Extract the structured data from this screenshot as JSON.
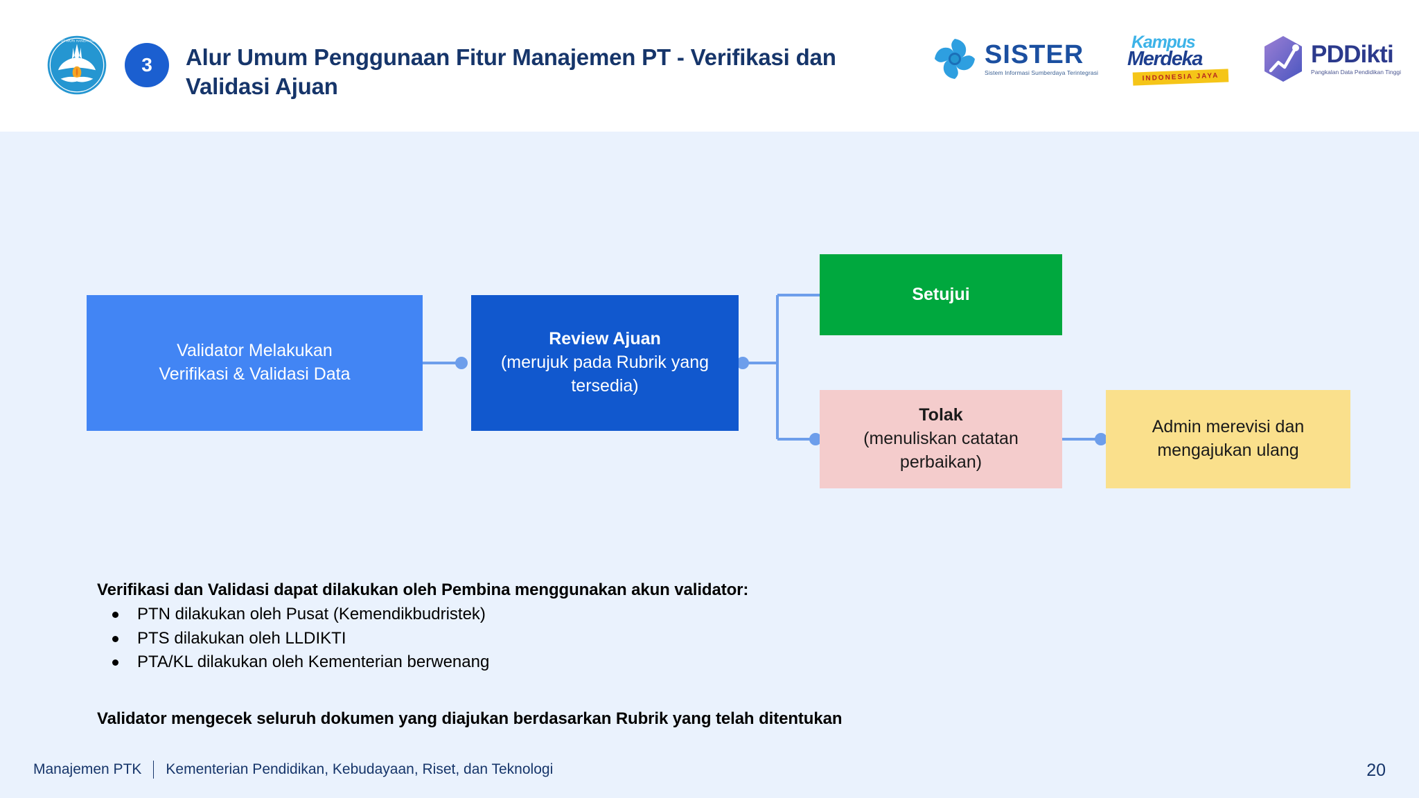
{
  "header": {
    "step_number": "3",
    "title": "Alur Umum Penggunaan Fitur Manajemen PT - Verifikasi dan Validasi Ajuan",
    "logos": {
      "kemdikbud_alt": "Tut Wuri Handayani",
      "sister": {
        "word": "SISTER",
        "tagline": "Sistem Informasi Sumberdaya Terintegrasi"
      },
      "kampus_merdeka": {
        "line1": "Kampus",
        "line2": "Merdeka",
        "ribbon": "INDONESIA JAYA"
      },
      "pddikti": {
        "word": "PDDikti",
        "tagline": "Pangkalan Data Pendidikan Tinggi"
      }
    }
  },
  "flow": {
    "validator": {
      "text": "Validator Melakukan\nVerifikasi & Validasi Data"
    },
    "review": {
      "title": "Review Ajuan",
      "subtitle": "(merujuk pada Rubrik yang tersedia)"
    },
    "setujui": {
      "text": "Setujui"
    },
    "tolak": {
      "title": "Tolak",
      "subtitle": "(menuliskan catatan perbaikan)"
    },
    "admin": {
      "text": "Admin merevisi dan mengajukan ulang"
    },
    "colors": {
      "validator_bg": "#4285f4",
      "review_bg": "#1158ce",
      "setujui_bg": "#00a83e",
      "tolak_bg": "#f4cccc",
      "admin_bg": "#fae08c",
      "connector": "#6d9eeb",
      "canvas_bg": "#eaf2fd",
      "title_color": "#16356a"
    }
  },
  "notes": {
    "heading": "Verifikasi dan Validasi dapat dilakukan oleh Pembina menggunakan akun validator:",
    "bullets": [
      "PTN dilakukan oleh Pusat (Kemendikbudristek)",
      "PTS dilakukan oleh LLDIKTI",
      "PTA/KL dilakukan oleh Kementerian berwenang"
    ],
    "footline": "Validator mengecek seluruh dokumen yang diajukan berdasarkan Rubrik yang telah ditentukan"
  },
  "footer": {
    "left_primary": "Manajemen PTK",
    "left_secondary": "Kementerian Pendidikan, Kebudayaan, Riset, dan Teknologi",
    "page_number": "20"
  }
}
